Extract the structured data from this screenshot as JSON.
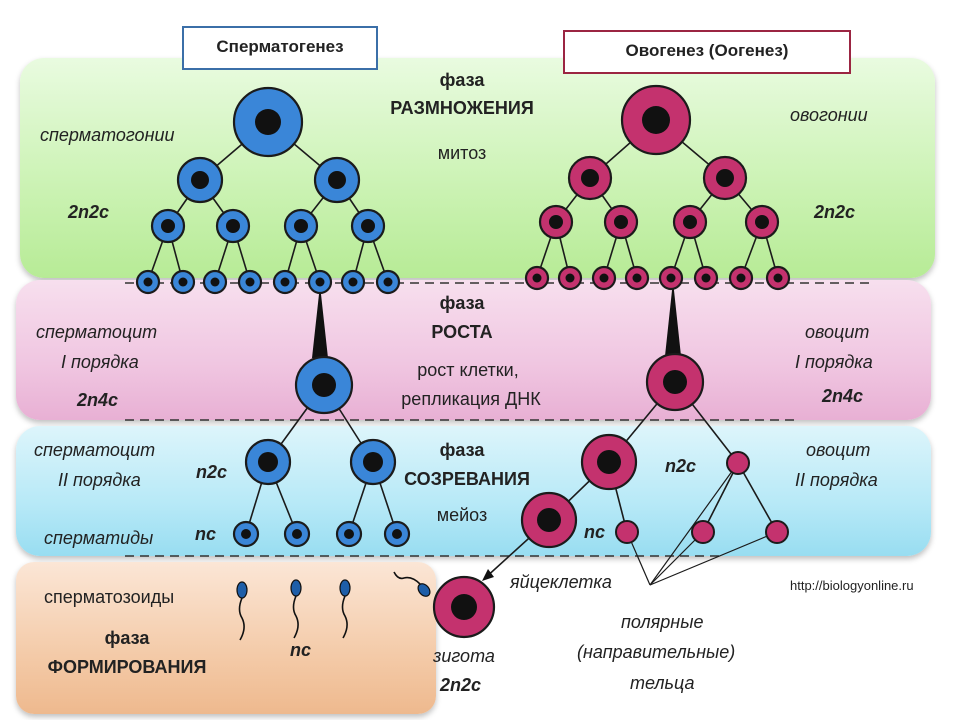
{
  "titles": {
    "spermatogenesis": "Сперматогенез",
    "oogenesis": "Овогенез (Оогенез)"
  },
  "phases": {
    "multiplication": {
      "word": "фаза",
      "name": "РАЗМНОЖЕНИЯ",
      "process": "митоз"
    },
    "growth": {
      "word": "фаза",
      "name": "РОСТА",
      "process_line1": "рост клетки,",
      "process_line2": "репликация ДНК"
    },
    "maturation": {
      "word": "фаза",
      "name": "СОЗРЕВАНИЯ",
      "process": "мейоз"
    },
    "formation": {
      "word": "фаза",
      "name": "ФОРМИРОВАНИЯ"
    }
  },
  "left_labels": {
    "spermatogonia": "сперматогонии",
    "ploidy_2n2c": "2n2c",
    "spermatocyte1_line1": "сперматоцит",
    "spermatocyte1_line2": "I порядка",
    "ploidy_2n4c": "2n4c",
    "spermatocyte2_line1": "сперматоцит",
    "spermatocyte2_line2": "II порядка",
    "n2c": "n2c",
    "spermatids": "сперматиды",
    "nc": "nc",
    "spermatozoa": "сперматозоиды",
    "nc_formation": "nc"
  },
  "right_labels": {
    "oogonia": "овогонии",
    "ploidy_2n2c": "2n2c",
    "oocyte1_line1": "овоцит",
    "oocyte1_line2": "I порядка",
    "ploidy_2n4c": "2n4c",
    "oocyte2_line1": "овоцит",
    "oocyte2_line2": "II порядка",
    "n2c": "n2c",
    "nc": "nc",
    "egg": "яйцеклетка",
    "polar_line1": "полярные",
    "polar_line2": "(направительные)",
    "polar_line3": "тельца",
    "zygote": "зигота",
    "zygote_ploidy": "2n2c"
  },
  "source": "http://biologyonline.ru",
  "colors": {
    "sperm_cell": "#3a86d8",
    "egg_cell": "#c4326e",
    "nucleus": "#111111",
    "outline": "#1b1b1b",
    "band_multiplication": "#c8f1ae",
    "band_growth": "#f0c6e1",
    "band_maturation": "#b7e9f7",
    "band_formation": "#f4cba9"
  }
}
